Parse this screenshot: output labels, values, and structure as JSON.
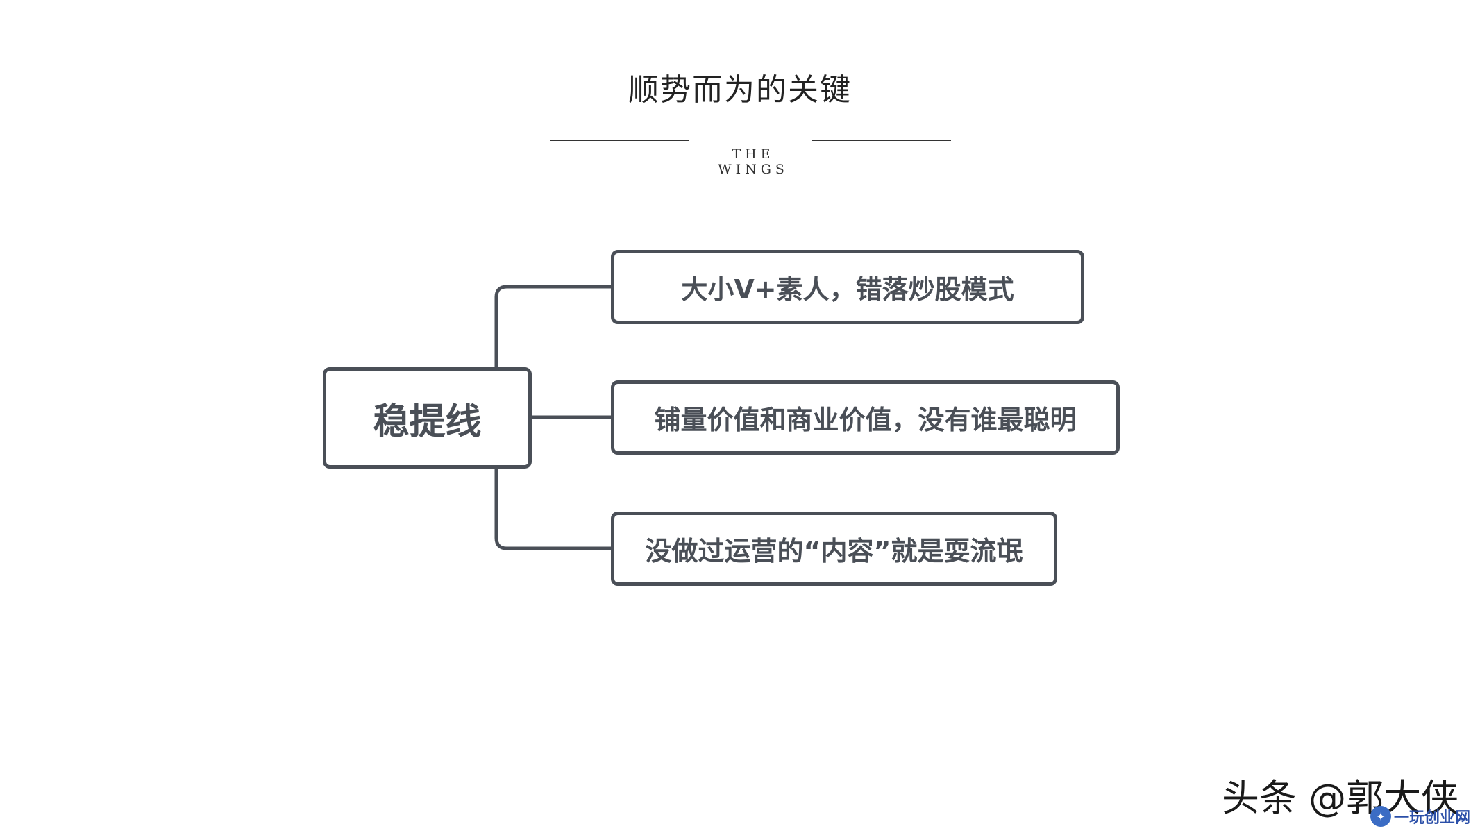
{
  "header": {
    "title": "顺势而为的关键",
    "subtitle": "THE WINGS"
  },
  "mindmap": {
    "root": "稳提线",
    "branches": [
      "大小V+素人，错落炒股模式",
      "铺量价值和商业价值，没有谁最聪明",
      "没做过运营的“内容”就是耍流氓"
    ]
  },
  "watermark": {
    "text": "头条 @郭大侠",
    "badge_text": "一玩创业网",
    "badge_icon": "site-logo-icon"
  },
  "colors": {
    "node_border": "#4a4f57",
    "node_text": "#4a4f57",
    "title_text": "#222222"
  }
}
